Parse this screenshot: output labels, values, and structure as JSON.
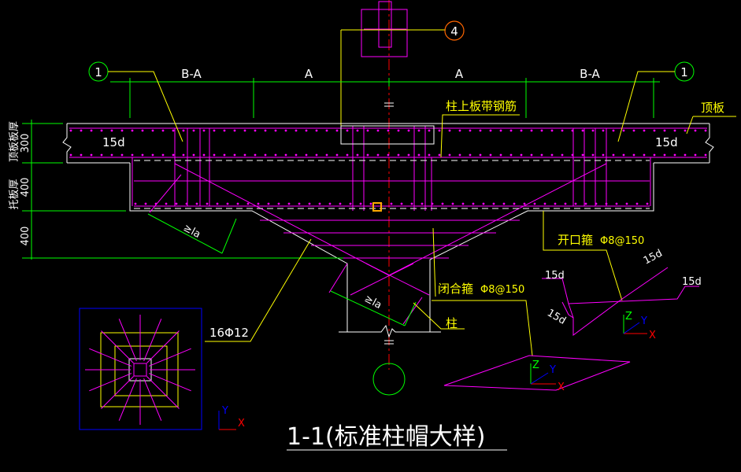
{
  "drawing": {
    "title": "1-1(标准柱帽大样)",
    "bubbles": {
      "left": "1",
      "right": "1",
      "top": "4"
    },
    "dims_top": [
      "B-A",
      "A",
      "A",
      "B-A"
    ],
    "dims_left": [
      "300",
      "400",
      "400"
    ],
    "left_labels": [
      "顶板板厚",
      "托板厚"
    ],
    "labels": {
      "slab_rebar": "柱上板带钢筋",
      "roof_slab": "顶板",
      "anchor_left": "15d",
      "anchor_right": "15d",
      "open_stirrup": "开口箍",
      "open_stirrup_spec": "Φ8@150",
      "closed_stirrup": "闭合箍",
      "closed_stirrup_spec": "Φ8@150",
      "column": "柱",
      "bars": "16Φ12",
      "lap1": "≥la",
      "lap2": "≥la",
      "hook1": "15d",
      "hook2": "15d",
      "hook3": "15d",
      "hook4": "15d"
    },
    "ucs": {
      "x": "X",
      "y": "Y",
      "z": "Z"
    }
  },
  "colors": {
    "background": "#000000",
    "concrete": "#ffffff",
    "rebar": "#ff00ff",
    "leader": "#ffff00",
    "dimension": "#00ff00",
    "centerline": "#ff0000",
    "plan_frame": "#0000ff"
  }
}
